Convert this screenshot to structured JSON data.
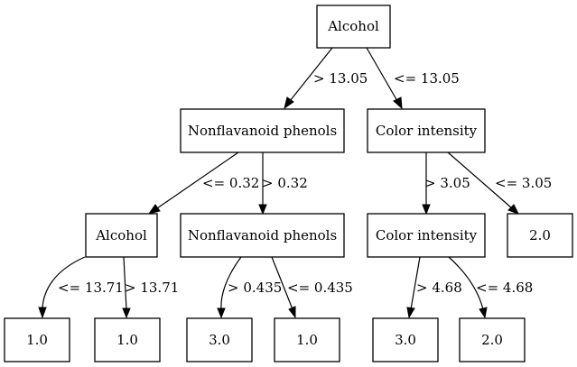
{
  "tree": {
    "nodes": {
      "root": "Alcohol",
      "l": "Nonflavanoid phenols",
      "r": "Color intensity",
      "ll": "Alcohol",
      "lr": "Nonflavanoid phenols",
      "rl": "Color intensity",
      "rr": "2.0",
      "lll": "1.0",
      "llr": "1.0",
      "lrl": "3.0",
      "lrr": "1.0",
      "rll": "3.0",
      "rlr": "2.0"
    },
    "edges": {
      "root_l": "> 13.05",
      "root_r": "<= 13.05",
      "l_ll": "<= 0.32",
      "l_lr": "> 0.32",
      "r_rl": "> 3.05",
      "r_rr": "<= 3.05",
      "ll_lll": "<= 13.71",
      "ll_llr": "> 13.71",
      "lr_lrl": "> 0.435",
      "lr_lrr": "<= 0.435",
      "rl_rll": "> 4.68",
      "rl_rlr": "<= 4.68"
    }
  }
}
